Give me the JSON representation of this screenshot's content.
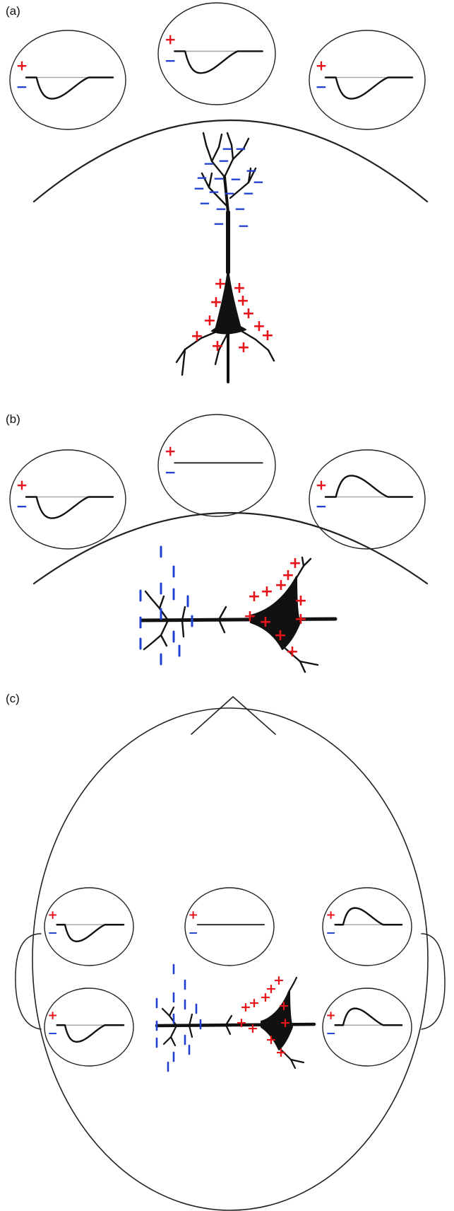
{
  "panels": [
    {
      "label": "(a)"
    },
    {
      "label": "(b)"
    },
    {
      "label": "(c)"
    }
  ],
  "symbols": {
    "positive": "+",
    "negative": "−"
  },
  "colors": {
    "positive": "#e8141b",
    "negative": "#1f3fd1",
    "trace": "#111111",
    "baseline_ghost": "#a9a9a9",
    "outline": "#222222"
  }
}
